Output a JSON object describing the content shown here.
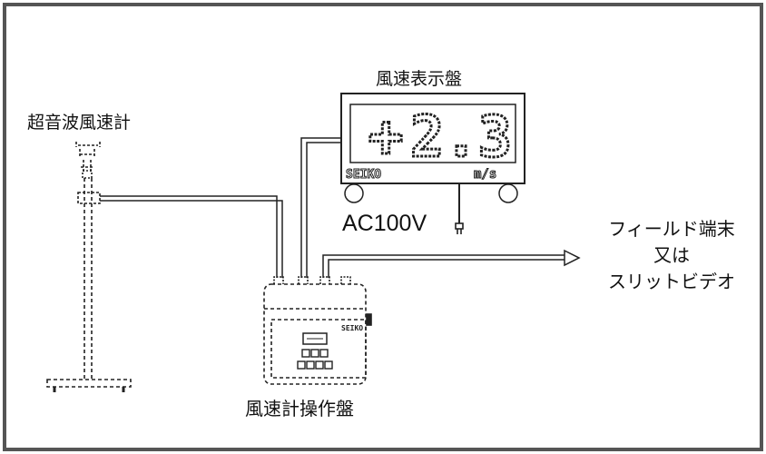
{
  "labels": {
    "anemometer": "超音波風速計",
    "wind_display": "風速表示盤",
    "power": "AC100V",
    "output_line1": "フィールド端末",
    "output_line2": "又は",
    "output_line3": "スリットビデオ",
    "control_panel": "風速計操作盤"
  },
  "display": {
    "sign": "+",
    "value": "2.3",
    "unit": "m/s",
    "brand": "SEIKO"
  },
  "control_panel": {
    "brand": "SEIKO"
  }
}
